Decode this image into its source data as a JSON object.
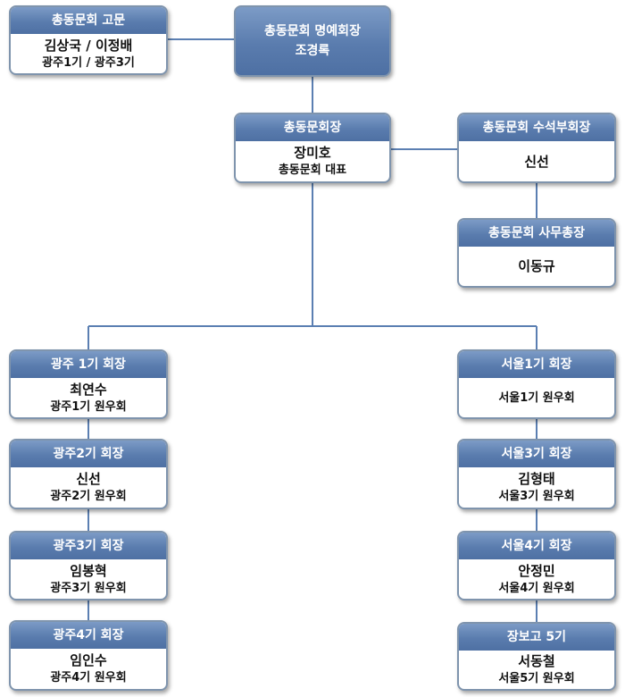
{
  "nodes": {
    "advisor": {
      "title": "총동문회 고문",
      "name": "김상국 / 이정배",
      "sub": "광주1기 / 광주3기"
    },
    "honorary": {
      "title": "총동문회 명예회장",
      "name": "조경록"
    },
    "president": {
      "title": "총동문회장",
      "name": "장미호",
      "sub": "총동문회 대표"
    },
    "senior_vp": {
      "title": "총동문회 수석부회장",
      "name": "신선"
    },
    "secretary_general": {
      "title": "총동문회 사무총장",
      "name": "이동규"
    },
    "gwangju1": {
      "title": "광주 1기 회장",
      "name": "최연수",
      "sub": "광주1기 원우회"
    },
    "gwangju2": {
      "title": "광주2기 회장",
      "name": "신선",
      "sub": "광주2기 원우회"
    },
    "gwangju3": {
      "title": "광주3기 회장",
      "name": "임봉혁",
      "sub": "광주3기 원우회"
    },
    "gwangju4": {
      "title": "광주4기 회장",
      "name": "임인수",
      "sub": "광주4기 원우회"
    },
    "seoul1": {
      "title": "서울1기 회장",
      "sub": "서울1기 원우회"
    },
    "seoul3": {
      "title": "서울3기 회장",
      "name": "김형태",
      "sub": "서울3기 원우회"
    },
    "seoul4": {
      "title": "서울4기 회장",
      "name": "안정민",
      "sub": "서울4기 원우회"
    },
    "jangbogo5": {
      "title": "장보고 5기",
      "name": "서동철",
      "sub": "서울5기 원우회"
    }
  }
}
